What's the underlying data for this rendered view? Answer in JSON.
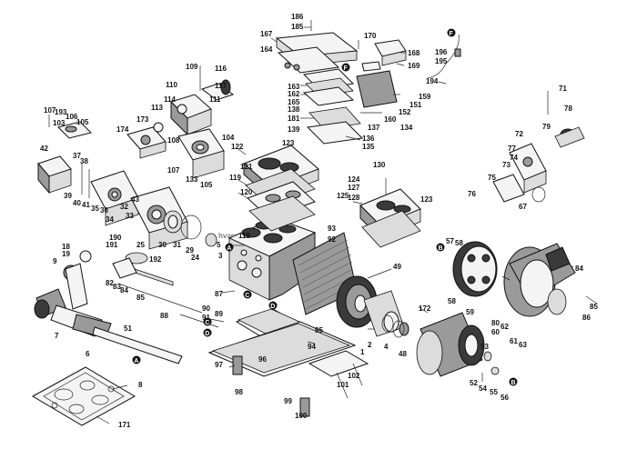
{
  "watermark": "hvacrparts.com",
  "callouts": [
    {
      "id": "c186",
      "label": "186"
    },
    {
      "id": "c185",
      "label": "185"
    },
    {
      "id": "c167",
      "label": "167"
    },
    {
      "id": "c170",
      "label": "170"
    },
    {
      "id": "c164",
      "label": "164"
    },
    {
      "id": "c168",
      "label": "168"
    },
    {
      "id": "c169",
      "label": "169"
    },
    {
      "id": "c163",
      "label": "163"
    },
    {
      "id": "c162",
      "label": "162"
    },
    {
      "id": "c165",
      "label": "165"
    },
    {
      "id": "c138",
      "label": "138"
    },
    {
      "id": "c181",
      "label": "181"
    },
    {
      "id": "c139",
      "label": "139"
    },
    {
      "id": "c159",
      "label": "159"
    },
    {
      "id": "c151",
      "label": "151"
    },
    {
      "id": "c152",
      "label": "152"
    },
    {
      "id": "c160",
      "label": "160"
    },
    {
      "id": "c137",
      "label": "137"
    },
    {
      "id": "c134",
      "label": "134"
    },
    {
      "id": "c136",
      "label": "136"
    },
    {
      "id": "c135",
      "label": "135"
    },
    {
      "id": "c196",
      "label": "196"
    },
    {
      "id": "c195",
      "label": "195"
    },
    {
      "id": "c194",
      "label": "194"
    },
    {
      "id": "c109",
      "label": "109"
    },
    {
      "id": "c116",
      "label": "116"
    },
    {
      "id": "c110",
      "label": "110"
    },
    {
      "id": "c117",
      "label": "117"
    },
    {
      "id": "c114",
      "label": "114"
    },
    {
      "id": "c113",
      "label": "113"
    },
    {
      "id": "c111",
      "label": "111"
    },
    {
      "id": "c173",
      "label": "173"
    },
    {
      "id": "c174",
      "label": "174"
    },
    {
      "id": "c108",
      "label": "108"
    },
    {
      "id": "c104",
      "label": "104"
    },
    {
      "id": "c107a",
      "label": "107"
    },
    {
      "id": "c133",
      "label": "133"
    },
    {
      "id": "c105a",
      "label": "105"
    },
    {
      "id": "c107b",
      "label": "107"
    },
    {
      "id": "c193",
      "label": "193"
    },
    {
      "id": "c106",
      "label": "106"
    },
    {
      "id": "c105b",
      "label": "105"
    },
    {
      "id": "c103",
      "label": "103"
    },
    {
      "id": "c42",
      "label": "42"
    },
    {
      "id": "c37",
      "label": "37"
    },
    {
      "id": "c38",
      "label": "38"
    },
    {
      "id": "c39",
      "label": "39"
    },
    {
      "id": "c40",
      "label": "40"
    },
    {
      "id": "c41",
      "label": "41"
    },
    {
      "id": "c35",
      "label": "35"
    },
    {
      "id": "c36",
      "label": "36"
    },
    {
      "id": "c34",
      "label": "34"
    },
    {
      "id": "c32",
      "label": "32"
    },
    {
      "id": "c33",
      "label": "33"
    },
    {
      "id": "c43",
      "label": "43"
    },
    {
      "id": "c25",
      "label": "25"
    },
    {
      "id": "c30",
      "label": "30"
    },
    {
      "id": "c31",
      "label": "31"
    },
    {
      "id": "c29",
      "label": "29"
    },
    {
      "id": "c24",
      "label": "24"
    },
    {
      "id": "c122",
      "label": "122"
    },
    {
      "id": "c123a",
      "label": "123"
    },
    {
      "id": "c121",
      "label": "121"
    },
    {
      "id": "c119",
      "label": "119"
    },
    {
      "id": "c120",
      "label": "120"
    },
    {
      "id": "c130",
      "label": "130"
    },
    {
      "id": "c124",
      "label": "124"
    },
    {
      "id": "c127",
      "label": "127"
    },
    {
      "id": "c125",
      "label": "125"
    },
    {
      "id": "c128",
      "label": "128"
    },
    {
      "id": "c123b",
      "label": "123"
    },
    {
      "id": "c71",
      "label": "71"
    },
    {
      "id": "c79",
      "label": "79"
    },
    {
      "id": "c78",
      "label": "78"
    },
    {
      "id": "c72",
      "label": "72"
    },
    {
      "id": "c77",
      "label": "77"
    },
    {
      "id": "c74",
      "label": "74"
    },
    {
      "id": "c73",
      "label": "73"
    },
    {
      "id": "c75",
      "label": "75"
    },
    {
      "id": "c76",
      "label": "76"
    },
    {
      "id": "c67",
      "label": "67"
    },
    {
      "id": "c57",
      "label": "57"
    },
    {
      "id": "c58a",
      "label": "58"
    },
    {
      "id": "c84",
      "label": "84"
    },
    {
      "id": "c85",
      "label": "85"
    },
    {
      "id": "c86",
      "label": "86"
    },
    {
      "id": "c58b",
      "label": "58"
    },
    {
      "id": "c59",
      "label": "59"
    },
    {
      "id": "c80",
      "label": "80"
    },
    {
      "id": "c62",
      "label": "62"
    },
    {
      "id": "c60",
      "label": "60"
    },
    {
      "id": "c61",
      "label": "61"
    },
    {
      "id": "c63",
      "label": "63"
    },
    {
      "id": "c18",
      "label": "18"
    },
    {
      "id": "c19",
      "label": "19"
    },
    {
      "id": "c9",
      "label": "9"
    },
    {
      "id": "c191",
      "label": "191"
    },
    {
      "id": "c190",
      "label": "190"
    },
    {
      "id": "c192",
      "label": "192"
    },
    {
      "id": "c83",
      "label": "83"
    },
    {
      "id": "c82",
      "label": "82"
    },
    {
      "id": "c84b",
      "label": "84"
    },
    {
      "id": "c85b",
      "label": "85"
    },
    {
      "id": "c3",
      "label": "3"
    },
    {
      "id": "c5",
      "label": "5"
    },
    {
      "id": "c118",
      "label": "118"
    },
    {
      "id": "c2",
      "label": "2"
    },
    {
      "id": "c93",
      "label": "93"
    },
    {
      "id": "c92",
      "label": "92"
    },
    {
      "id": "c49",
      "label": "49"
    },
    {
      "id": "c87",
      "label": "87"
    },
    {
      "id": "c88",
      "label": "88"
    },
    {
      "id": "c89",
      "label": "89"
    },
    {
      "id": "c90",
      "label": "90"
    },
    {
      "id": "c91",
      "label": "91"
    },
    {
      "id": "c172",
      "label": "172"
    },
    {
      "id": "c7",
      "label": "7"
    },
    {
      "id": "c6",
      "label": "6"
    },
    {
      "id": "c51",
      "label": "51"
    },
    {
      "id": "c8",
      "label": "8"
    },
    {
      "id": "c94",
      "label": "94"
    },
    {
      "id": "c95",
      "label": "95"
    },
    {
      "id": "c97",
      "label": "97"
    },
    {
      "id": "c96",
      "label": "96"
    },
    {
      "id": "c98",
      "label": "98"
    },
    {
      "id": "c1",
      "label": "1"
    },
    {
      "id": "c4",
      "label": "4"
    },
    {
      "id": "c48",
      "label": "48"
    },
    {
      "id": "c53",
      "label": "53"
    },
    {
      "id": "c52",
      "label": "52"
    },
    {
      "id": "c54",
      "label": "54"
    },
    {
      "id": "c55",
      "label": "55"
    },
    {
      "id": "c56",
      "label": "56"
    },
    {
      "id": "c102",
      "label": "102"
    },
    {
      "id": "c101",
      "label": "101"
    },
    {
      "id": "c99",
      "label": "99"
    },
    {
      "id": "c100",
      "label": "100"
    },
    {
      "id": "c171",
      "label": "171"
    }
  ],
  "markers": [
    {
      "id": "mF1",
      "label": "F"
    },
    {
      "id": "mF2",
      "label": "F"
    },
    {
      "id": "mA1",
      "label": "A"
    },
    {
      "id": "mA2",
      "label": "A"
    },
    {
      "id": "mB1",
      "label": "B"
    },
    {
      "id": "mB2",
      "label": "B"
    },
    {
      "id": "mC1",
      "label": "C"
    },
    {
      "id": "mC2",
      "label": "C"
    },
    {
      "id": "mD1",
      "label": "D"
    },
    {
      "id": "mD2",
      "label": "D"
    }
  ]
}
